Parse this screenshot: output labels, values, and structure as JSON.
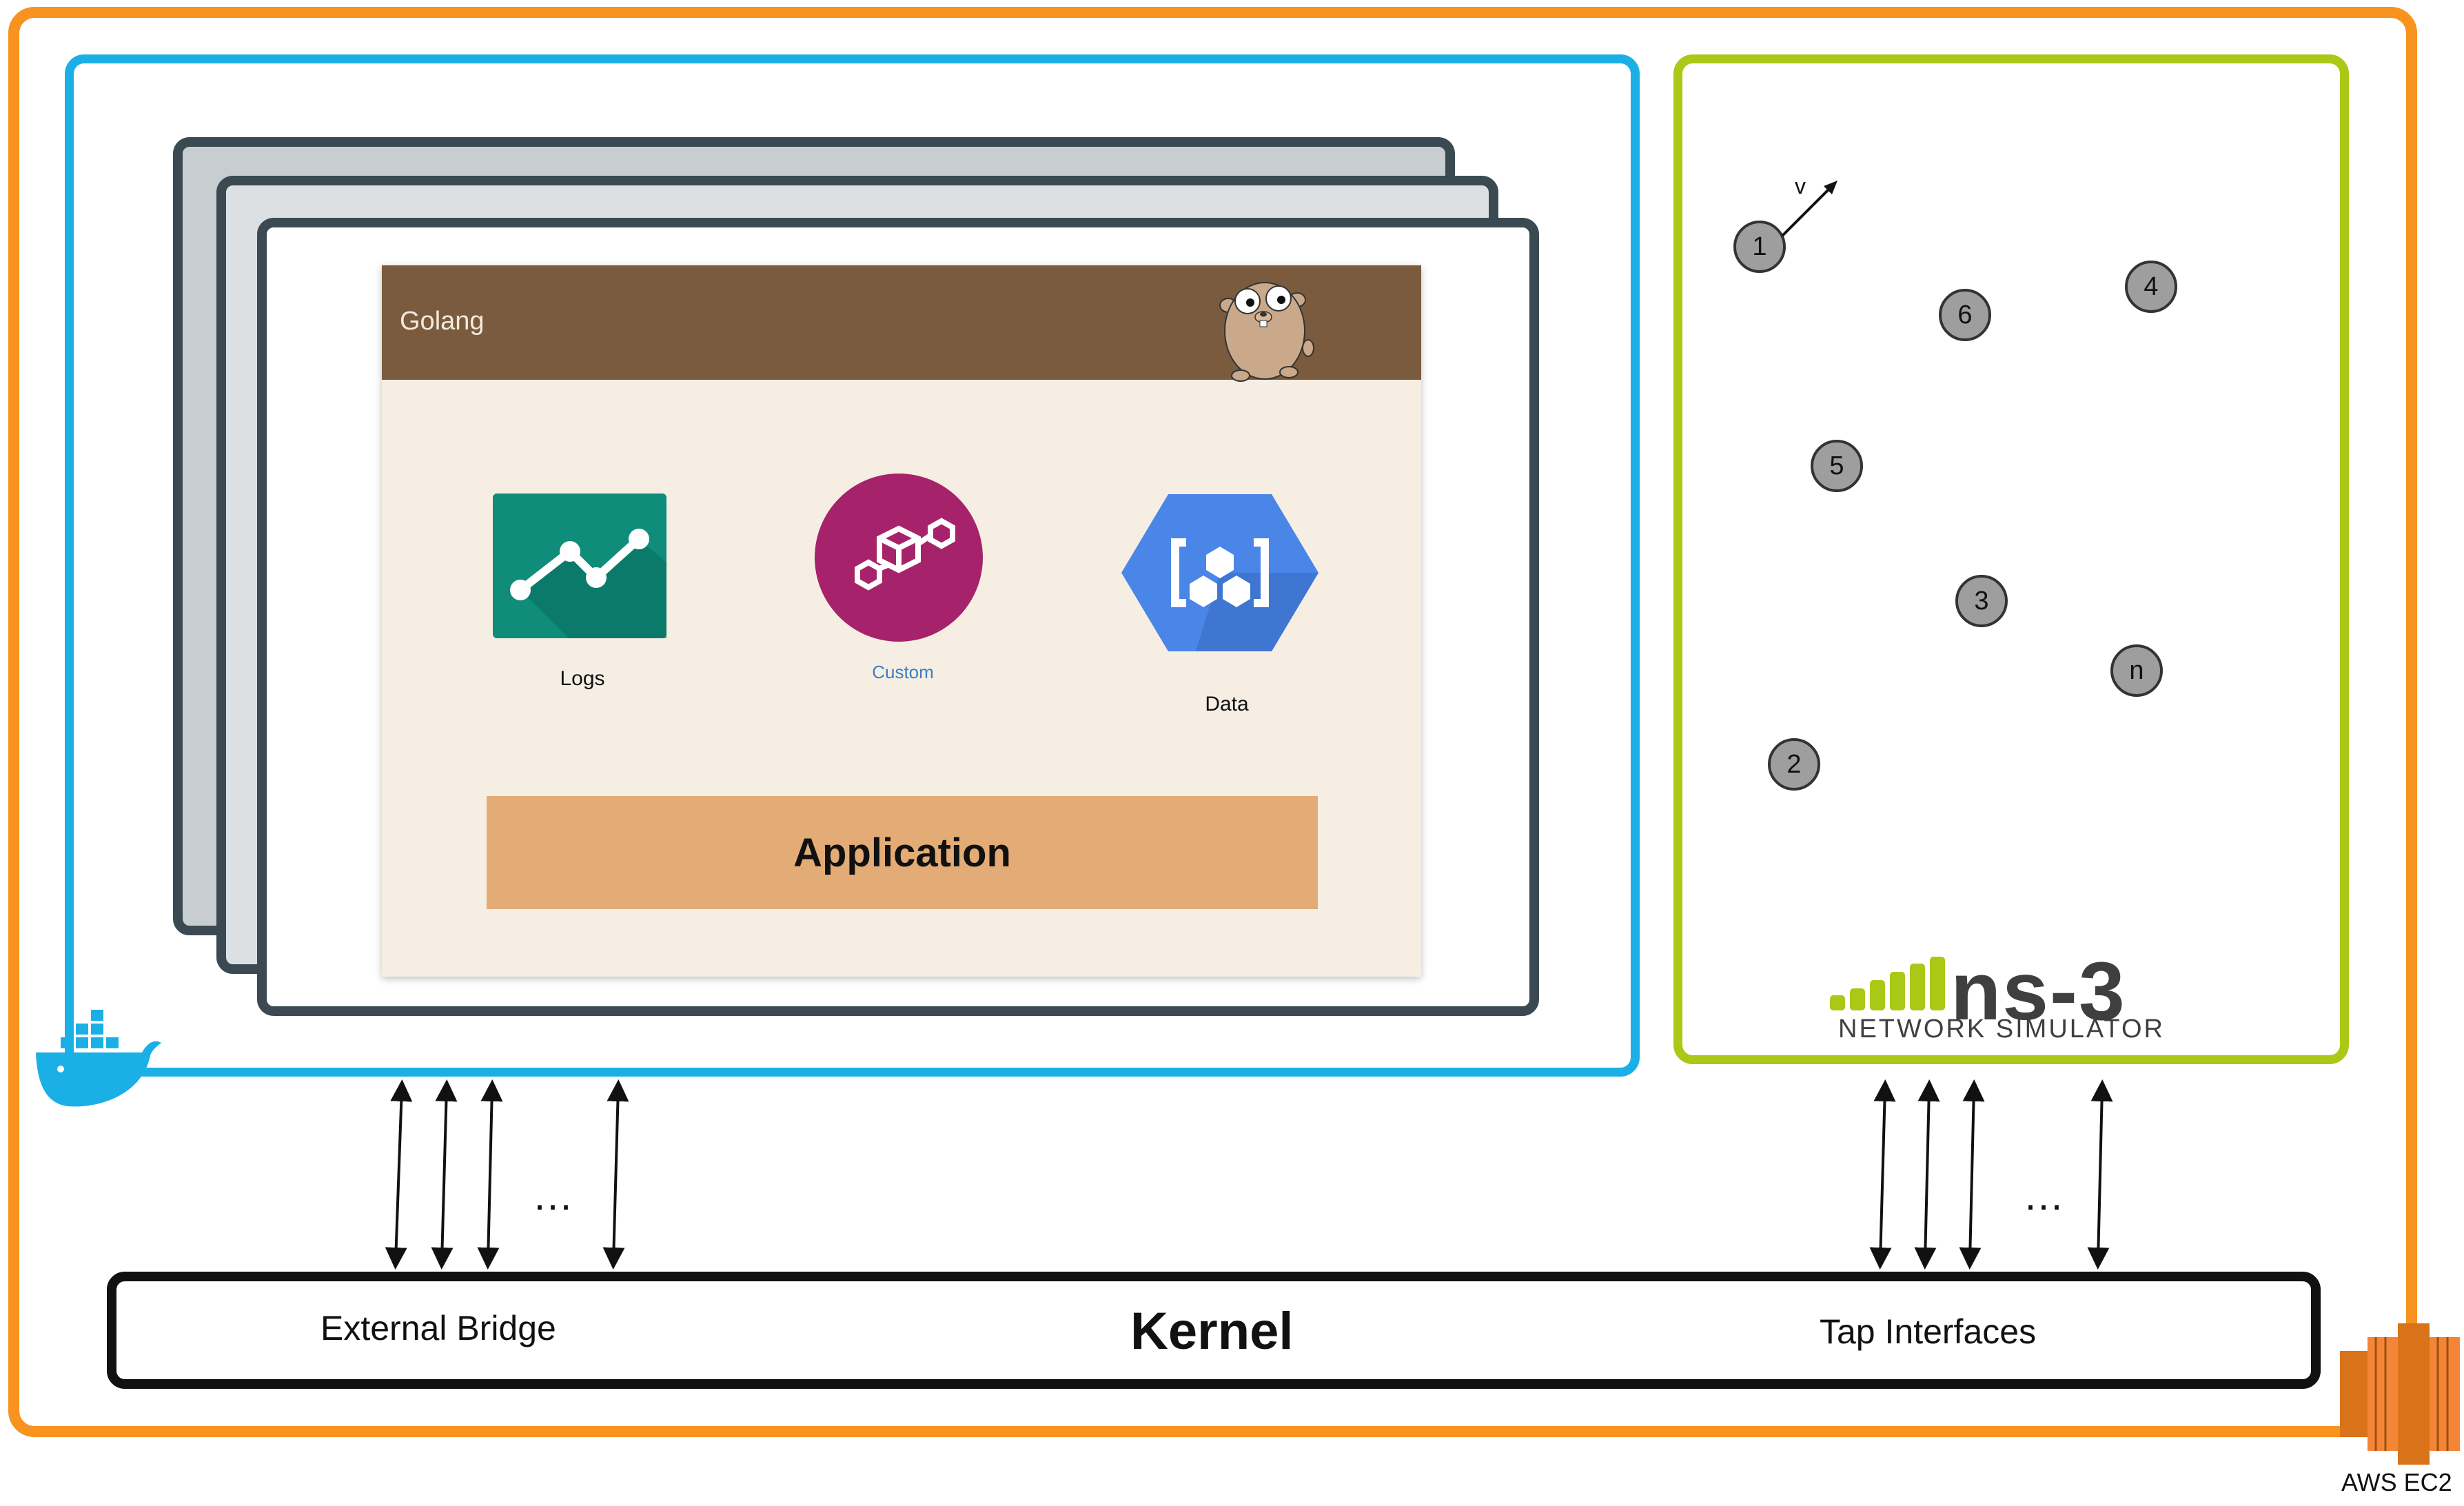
{
  "container": {
    "header_label": "Golang",
    "services": [
      {
        "label": "Logs",
        "icon": "stackdriver-logging-icon"
      },
      {
        "label": "Custom",
        "icon": "custom-service-icon"
      },
      {
        "label": "Data",
        "icon": "cloud-datastore-icon"
      }
    ],
    "application_label": "Application",
    "mascot": "go-gopher-icon",
    "runtime_icon": "docker-whale-icon"
  },
  "ns3": {
    "nodes": [
      "1",
      "6",
      "4",
      "5",
      "3",
      "n",
      "2"
    ],
    "velocity_label": "v",
    "logo_text": "ns-3",
    "logo_subtitle": "NETWORK SIMULATOR"
  },
  "kernel": {
    "left_label": "External Bridge",
    "center_label": "Kernel",
    "right_label": "Tap Interfaces",
    "left_ellipsis": "…",
    "right_ellipsis": "…"
  },
  "host": {
    "label": "AWS EC2"
  },
  "colors": {
    "aws_orange": "#f7931e",
    "docker_blue": "#1ab0e6",
    "ns3_green": "#a9c916",
    "container_border": "#3b4a52",
    "golang_header": "#7a5b3e",
    "application_bar": "#e3ab75",
    "logs_green": "#0f8c7a",
    "custom_magenta": "#a6236b",
    "data_blue": "#4a86e8"
  }
}
